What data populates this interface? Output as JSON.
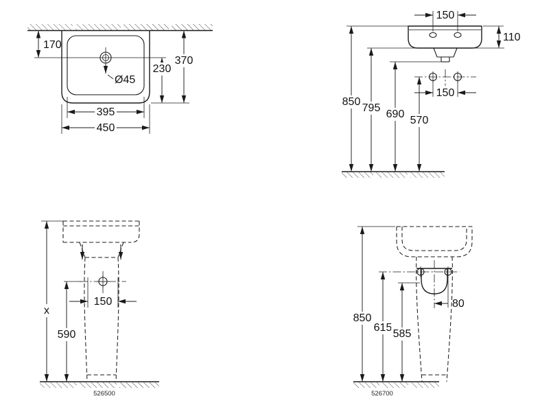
{
  "colors": {
    "ink": "#1a1a1a",
    "background": "#ffffff"
  },
  "views": {
    "top_left": {
      "dim_170": "170",
      "dim_370": "370",
      "dim_230": "230",
      "drain_diameter": "Ø45",
      "dim_395": "395",
      "dim_450": "450"
    },
    "top_right": {
      "dim_150_taps": "150",
      "dim_110": "110",
      "dim_850": "850",
      "dim_795": "795",
      "dim_690": "690",
      "dim_570": "570",
      "dim_150_holes": "150"
    },
    "bottom_left": {
      "dim_x": "x",
      "dim_150": "150",
      "dim_590": "590",
      "model_number": "526500"
    },
    "bottom_right": {
      "dim_850": "850",
      "dim_615": "615",
      "dim_585": "585",
      "dim_80": "80",
      "model_number": "526700"
    }
  }
}
